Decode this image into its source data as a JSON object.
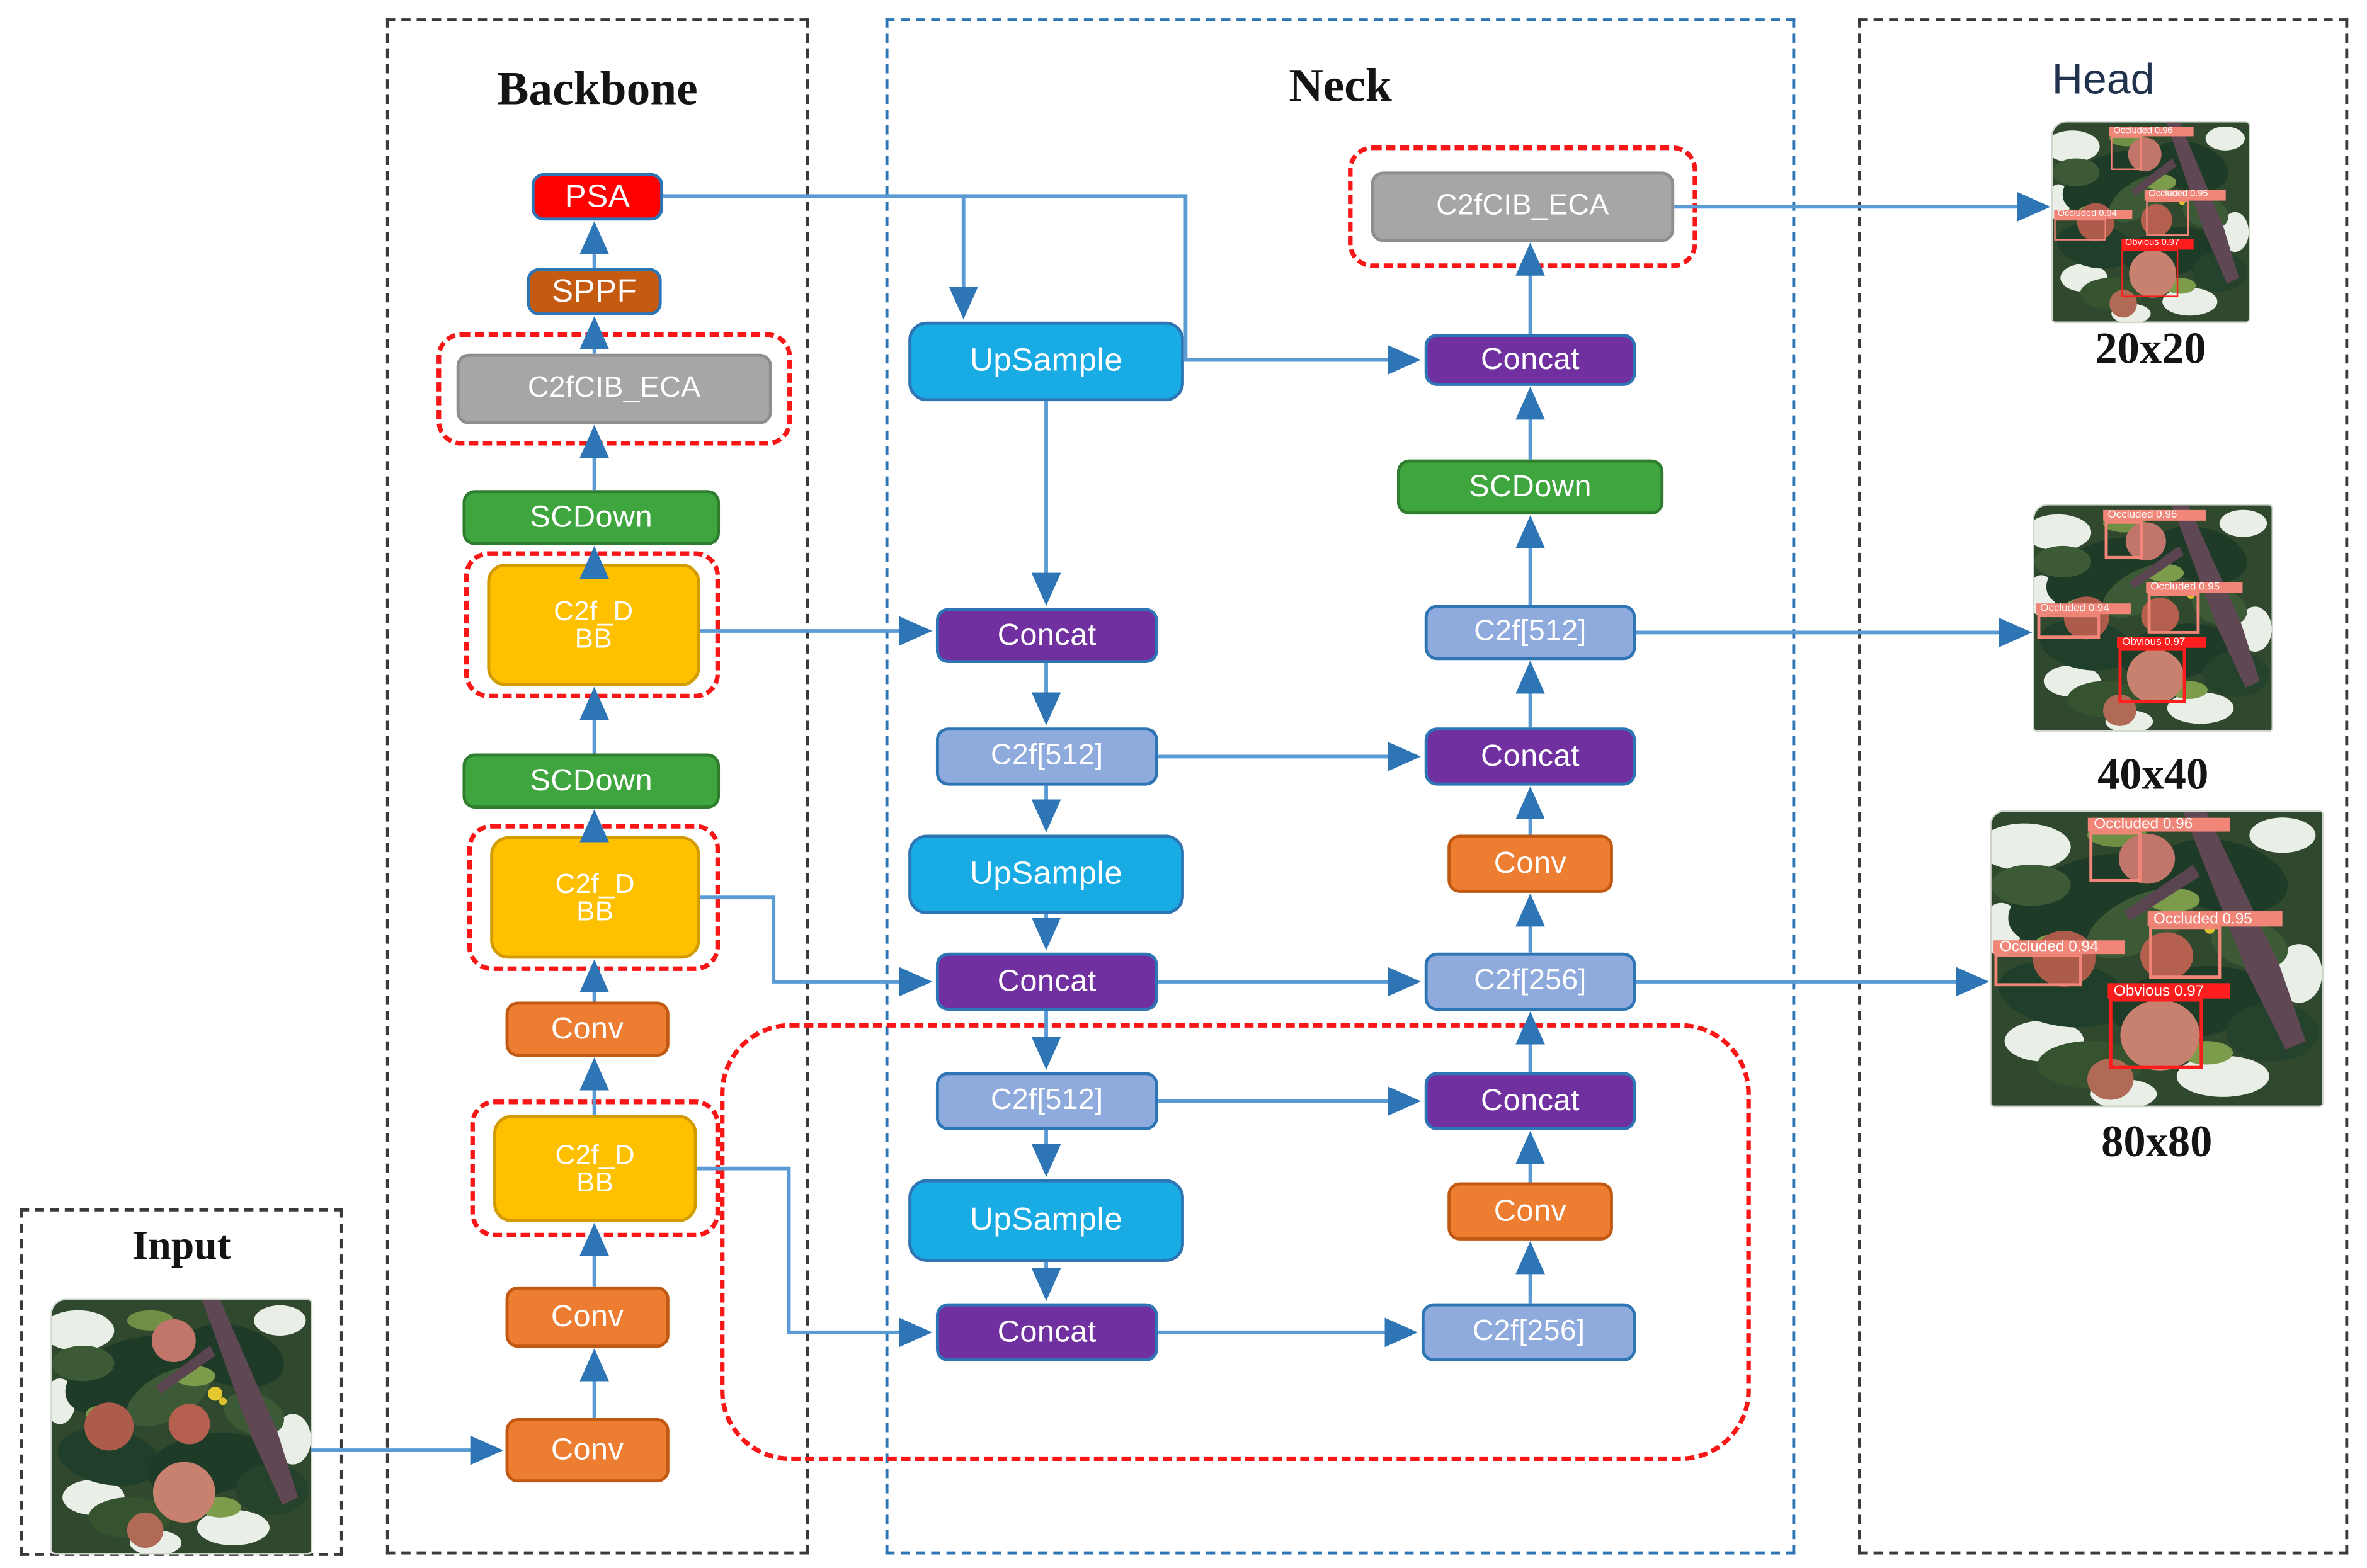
{
  "input": {
    "title": "Input"
  },
  "backbone": {
    "title": "Backbone",
    "nodes": [
      {
        "label": "PSA"
      },
      {
        "label": "SPPF"
      },
      {
        "label": "C2fCIB_ECA"
      },
      {
        "label": "SCDown"
      },
      {
        "line1": "C2f_D",
        "line2": "BB"
      },
      {
        "label": "SCDown"
      },
      {
        "line1": "C2f_D",
        "line2": "BB"
      },
      {
        "label": "Conv"
      },
      {
        "line1": "C2f_D",
        "line2": "BB"
      },
      {
        "label": "Conv"
      },
      {
        "label": "Conv"
      }
    ]
  },
  "neck": {
    "title": "Neck",
    "left": [
      {
        "label": "UpSample"
      },
      {
        "label": "Concat"
      },
      {
        "label": "C2f[512]"
      },
      {
        "label": "UpSample"
      },
      {
        "label": "Concat"
      },
      {
        "label": "C2f[512]"
      },
      {
        "label": "UpSample"
      },
      {
        "label": "Concat"
      }
    ],
    "right": [
      {
        "label": "C2fCIB_ECA"
      },
      {
        "label": "Concat"
      },
      {
        "label": "SCDown"
      },
      {
        "label": "C2f[512]"
      },
      {
        "label": "Concat"
      },
      {
        "label": "Conv"
      },
      {
        "label": "C2f[256]"
      },
      {
        "label": "Concat"
      },
      {
        "label": "Conv"
      },
      {
        "label": "C2f[256]"
      }
    ]
  },
  "head": {
    "title": "Head",
    "scales": [
      {
        "label": "20x20"
      },
      {
        "label": "40x40"
      },
      {
        "label": "80x80"
      }
    ]
  },
  "detections": [
    {
      "label": "Occluded 0.96",
      "type": "occluded"
    },
    {
      "label": "Occluded 0.95",
      "type": "occluded"
    },
    {
      "label": "Occluded 0.94",
      "type": "occluded"
    },
    {
      "label": "Obvious 0.97",
      "type": "obvious"
    }
  ],
  "colors": {
    "arrow": "#5B9BD5",
    "arrowhead": "#2E75B6",
    "psa": "#FE0000",
    "sppf": "#C55A11",
    "conv": "#ED7D31",
    "c2f_dbb": "#FFC000",
    "scdown": "#3FA53F",
    "c2fcib_eca": "#A6A6A6",
    "concat": "#7030A0",
    "upsample": "#18ABE4",
    "c2f": "#8FAADC",
    "highlight_dashed": "#F81616",
    "neck_border": "#2E75B6",
    "occluded_box": "#F08578",
    "obvious_box": "#FF1D1D"
  }
}
